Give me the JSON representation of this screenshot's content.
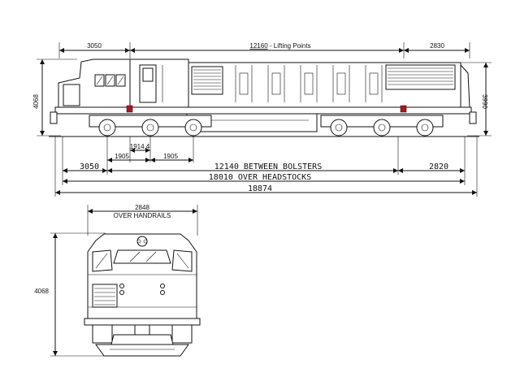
{
  "side_view": {
    "dims_top": {
      "left_overhang": "3050",
      "lifting_points": "12160",
      "lifting_points_suffix": " - Lifting Points",
      "right_overhang": "2830"
    },
    "height_left": "4068",
    "height_right": "3990",
    "dims_bottom": {
      "axle_center": "1914.4",
      "axle_left": "1905",
      "axle_right": "1905",
      "front_overhang": "3050",
      "between_bolsters": "12140 BETWEEN BOLSTERS",
      "rear_overhang": "2820",
      "over_headstocks": "18010 OVER HEADSTOCKS",
      "overall_length": "18874"
    }
  },
  "front_view": {
    "handrail_width": "2848",
    "handrail_label": "OVER HANDRAILS",
    "height": "4068"
  },
  "colors": {
    "line": "#111111",
    "lifting_point_marker": "#b3131b",
    "background": "#ffffff"
  }
}
